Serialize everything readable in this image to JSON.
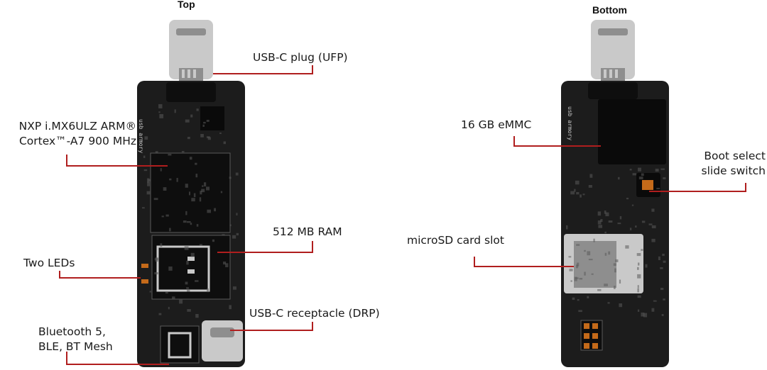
{
  "views": {
    "top": {
      "title": "Top"
    },
    "bottom": {
      "title": "Bottom"
    }
  },
  "board": {
    "silkscreen": "usb armory"
  },
  "callouts": {
    "usbc_plug": "USB-C plug (UFP)",
    "soc": "NXP i.MX6ULZ ARM®\nCortex™-A7 900 MHz",
    "ram": "512 MB RAM",
    "leds": "Two LEDs",
    "usbc_receptacle": "USB-C receptacle (DRP)",
    "bluetooth": "Bluetooth 5,\nBLE, BT Mesh",
    "emmc": "16 GB eMMC",
    "boot_switch": "Boot select\nslide switch",
    "microsd": "microSD card slot"
  },
  "colors": {
    "leader": "#b01e1e",
    "pcb": "#1c1c1c",
    "pcb_dark": "#0e0e0e",
    "trace": "#5a5a5a",
    "metal": "#c9c9c9",
    "metal_dark": "#8e8e8e",
    "chip": "#0a0a0a",
    "copper": "#c46a1a"
  }
}
